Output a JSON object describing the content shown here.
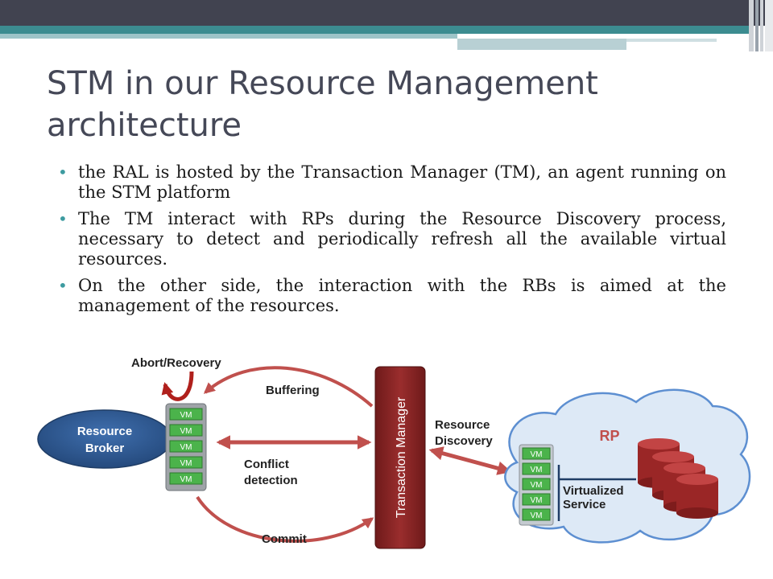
{
  "slide": {
    "title": "STM in our Resource Management architecture",
    "bullets": [
      "the RAL is hosted by the Transaction Manager (TM),  an agent running on the STM platform",
      "The TM interact with RPs during the Resource Discovery process, necessary to detect and periodically refresh all the available virtual resources.",
      "On the other side, the interaction with the RBs is aimed at the management of the resources."
    ]
  },
  "diagram": {
    "abort_recovery": "Abort/Recovery",
    "buffering": "Buffering",
    "conflict_detection": [
      "Conflict",
      "detection"
    ],
    "commit": "Commit",
    "resource_broker": [
      "Resource",
      "Broker"
    ],
    "transaction_manager": "Transaction Manager",
    "resource_discovery": [
      "Resource",
      "Discovery"
    ],
    "rp": "RP",
    "virtualized_service": [
      "Virtualized",
      "Service"
    ],
    "vm_label": "VM"
  },
  "colors": {
    "title": "#454857",
    "bullet": "#3d9ba0",
    "topbar_dark": "#414350",
    "topbar_teal": "#3c8c90",
    "arrow_red": "#c0504d",
    "broker_blue": "#2f5a92",
    "tm_maroon": "#8a2424",
    "vm_green": "#4bb34b",
    "cloud_fill": "#dde9f6",
    "cloud_stroke": "#5d8fd1",
    "disk_red": "#a02a2a"
  }
}
